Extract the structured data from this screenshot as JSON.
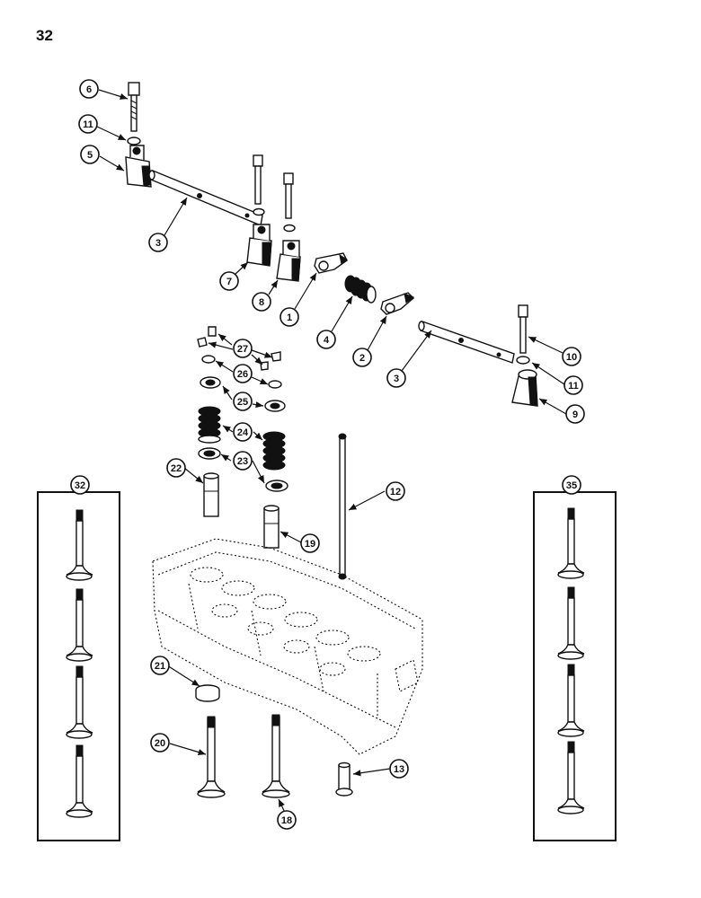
{
  "page_number": "32",
  "callouts": [
    "1",
    "2",
    "3",
    "4",
    "5",
    "6",
    "7",
    "8",
    "9",
    "10",
    "11",
    "12",
    "13",
    "18",
    "19",
    "20",
    "21",
    "22",
    "23",
    "24",
    "25",
    "26",
    "27",
    "32",
    "35"
  ],
  "kit_boxes": [
    "32",
    "35"
  ]
}
